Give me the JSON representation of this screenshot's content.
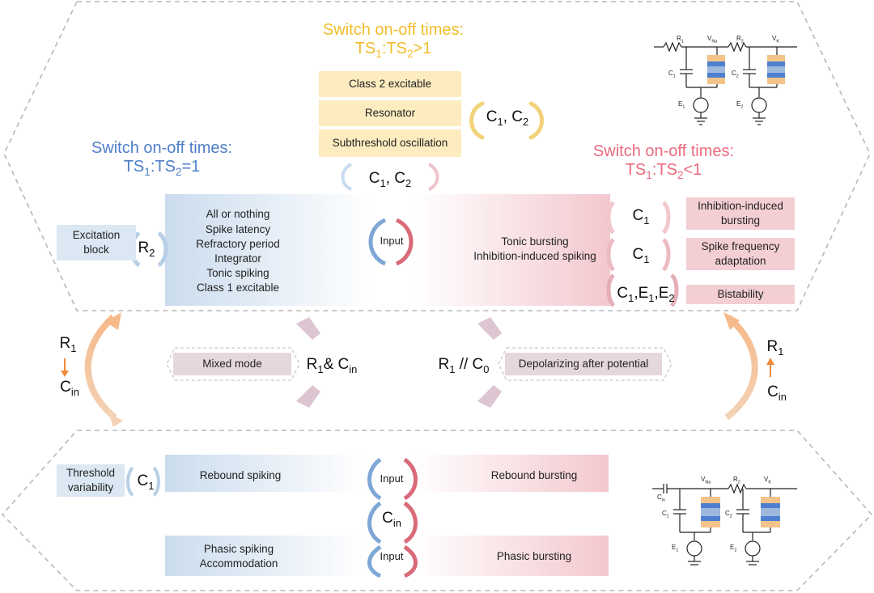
{
  "top_title": {
    "line1": "Switch on-off times:",
    "line2_html": "TS<sub>1</sub>:TS<sub>2</sub>&gt;1"
  },
  "left_title": {
    "line1": "Switch on-off times:",
    "line2_html": "TS<sub>1</sub>:TS<sub>2</sub>=1"
  },
  "right_title": {
    "line1": "Switch on-off times:",
    "line2_html": "TS<sub>1</sub>:TS<sub>2</sub>&lt;1"
  },
  "class2_boxes": [
    "Class 2 excitable",
    "Resonator",
    "Subthreshold oscillation"
  ],
  "labels": {
    "c1c2_html": "C<sub>1</sub>, C<sub>2</sub>",
    "r2_html": "R<sub>2</sub>",
    "c1_html": "C<sub>1</sub>",
    "c1e1e2_html": "C<sub>1</sub>,E<sub>1</sub>,E<sub>2</sub>",
    "r1cin_html": "R<sub>1</sub>&amp; C<sub>in</sub>",
    "r1c0_html": "R<sub>1</sub> // C<sub>0</sub>",
    "r1_html": "R<sub>1</sub>",
    "cin_html": "C<sub>in</sub>",
    "input": "Input"
  },
  "excitation_block": "Excitation block",
  "blue_list": [
    "All or nothing",
    "Spike latency",
    "Refractory period",
    "Integrator",
    "Tonic spiking",
    "Class 1 excitable"
  ],
  "pink_list": [
    "Tonic bursting",
    "Inhibition-induced spiking"
  ],
  "right_boxes": [
    "Inhibition-induced bursting",
    "Spike frequency adaptation",
    "Bistability"
  ],
  "mixed_mode": "Mixed mode",
  "depolarizing": "Depolarizing after potential",
  "threshold_variability": "Threshold variability",
  "rebound_spiking": "Rebound spiking",
  "rebound_bursting": "Rebound bursting",
  "phasic_spiking": [
    "Phasic spiking",
    "Accommodation"
  ],
  "phasic_bursting": "Phasic bursting",
  "circuit_top": {
    "labels_html": [
      "R<sub>1</sub>",
      "V<sub>Na</sub>",
      "R<sub>2</sub>",
      "V<sub>K</sub>",
      "C<sub>1</sub>",
      "C<sub>2</sub>",
      "E<sub>1</sub>",
      "E<sub>2</sub>"
    ]
  },
  "circuit_bottom": {
    "labels_html": [
      "C<sub>in</sub>",
      "V<sub>Na</sub>",
      "R<sub>2</sub>",
      "V<sub>K</sub>",
      "C<sub>1</sub>",
      "C<sub>2</sub>",
      "E<sub>1</sub>",
      "E<sub>2</sub>"
    ]
  },
  "colors": {
    "yellow_text": "#f2bd2b",
    "blue_text": "#4f7fc9",
    "red_text": "#ea6b7e",
    "yellow_box": "#fcecbf",
    "blue_box": "#dbe7f3",
    "pink_box": "#f3cfd3"
  }
}
